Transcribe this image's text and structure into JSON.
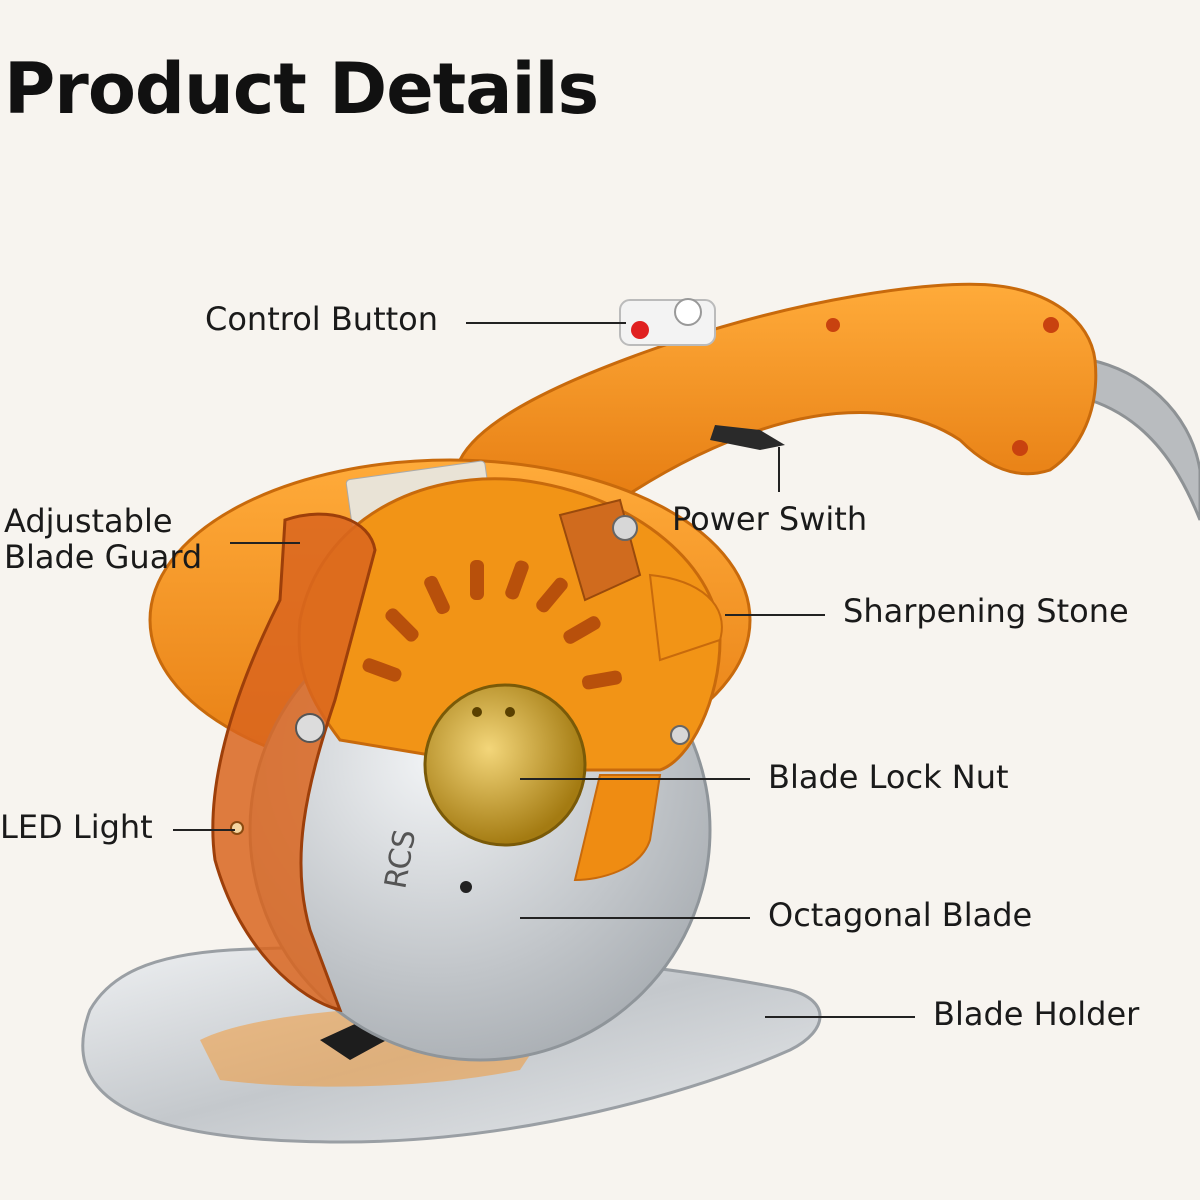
{
  "header": {
    "title": "Product Details"
  },
  "colors": {
    "background": "#f7f4ef",
    "body_orange": "#f2901c",
    "guard_orange": "#d86a22",
    "blade_silver": "#cfd3d7",
    "nut_brass": "#c9a227",
    "text": "#1a1a1a"
  },
  "labels": {
    "control_button": "Control Button",
    "power_switch": "Power Swith",
    "blade_guard_line1": "Adjustable",
    "blade_guard_line2": "Blade Guard",
    "sharpening_stone": "Sharpening Stone",
    "blade_lock_nut": "Blade Lock Nut",
    "led_light": "LED Light",
    "octagonal_blade": "Octagonal Blade",
    "blade_holder": "Blade Holder"
  },
  "product_markings": {
    "blade_text": "RCS"
  }
}
